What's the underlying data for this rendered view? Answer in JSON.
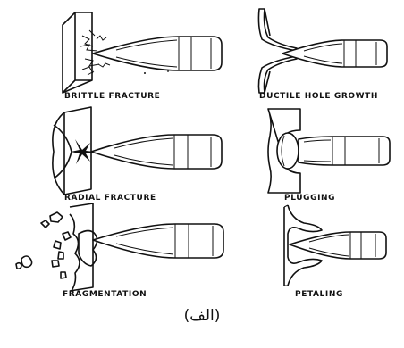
{
  "labels": {
    "brittle_fracture": "BRITTLE FRACTURE",
    "ductile_hole_growth": "DUCTILE HOLE GROWTH",
    "radial_fracture": "RADIAL FRACTURE",
    "plugging": "PLUGGING",
    "fragmentation": "FRAGMENTATION",
    "petaling": "PETALING"
  },
  "figure_label": "(الف)"
}
